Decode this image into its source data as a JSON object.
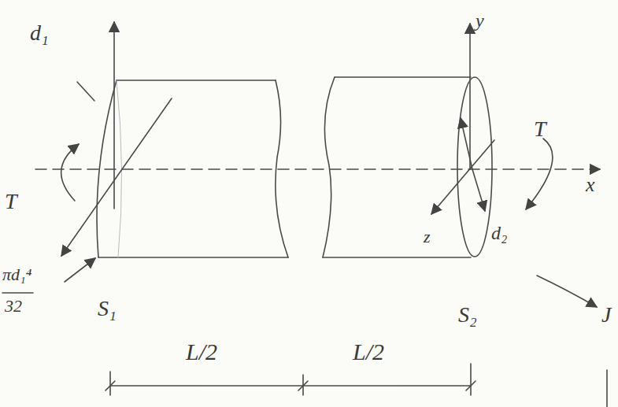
{
  "diagram": {
    "labels": [
      "d₁",
      "T",
      "πd₁⁴",
      "32",
      "S₁",
      "L/2",
      "L/2",
      "y",
      "x",
      "z",
      "d₂",
      "T",
      "S₂",
      "J"
    ]
  }
}
